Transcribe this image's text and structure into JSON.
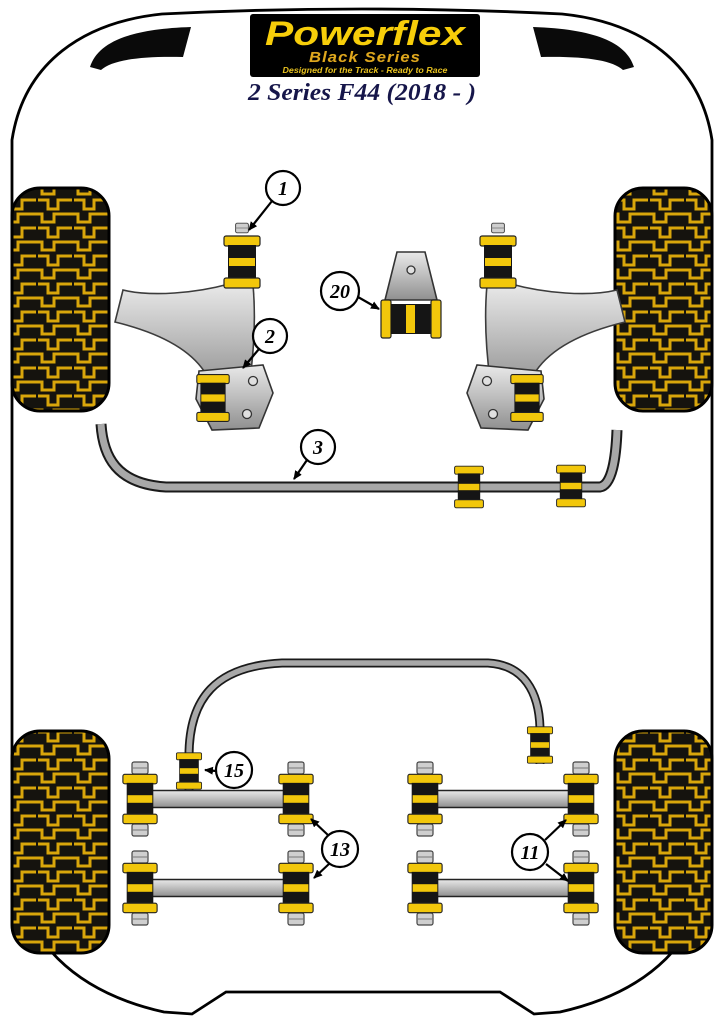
{
  "header": {
    "brand": "Powerflex",
    "series": "Black Series",
    "tagline": "Designed for the Track - Ready to Race",
    "title": "2 Series F44 (2018 - )"
  },
  "callouts": [
    {
      "label": "1"
    },
    {
      "label": "2"
    },
    {
      "label": "20"
    },
    {
      "label": "3"
    },
    {
      "label": "15"
    },
    {
      "label": "13"
    },
    {
      "label": "11"
    }
  ],
  "colors": {
    "powerflex_yellow": "#F7CE0A",
    "series_gold": "#DFA81E",
    "title_navy": "#16164A",
    "bushing_yellow": "#F2C70B",
    "tire_tread_gold": "#D9A60B",
    "steel_gray": "#B9B9B9",
    "outline_black": "#000000"
  }
}
